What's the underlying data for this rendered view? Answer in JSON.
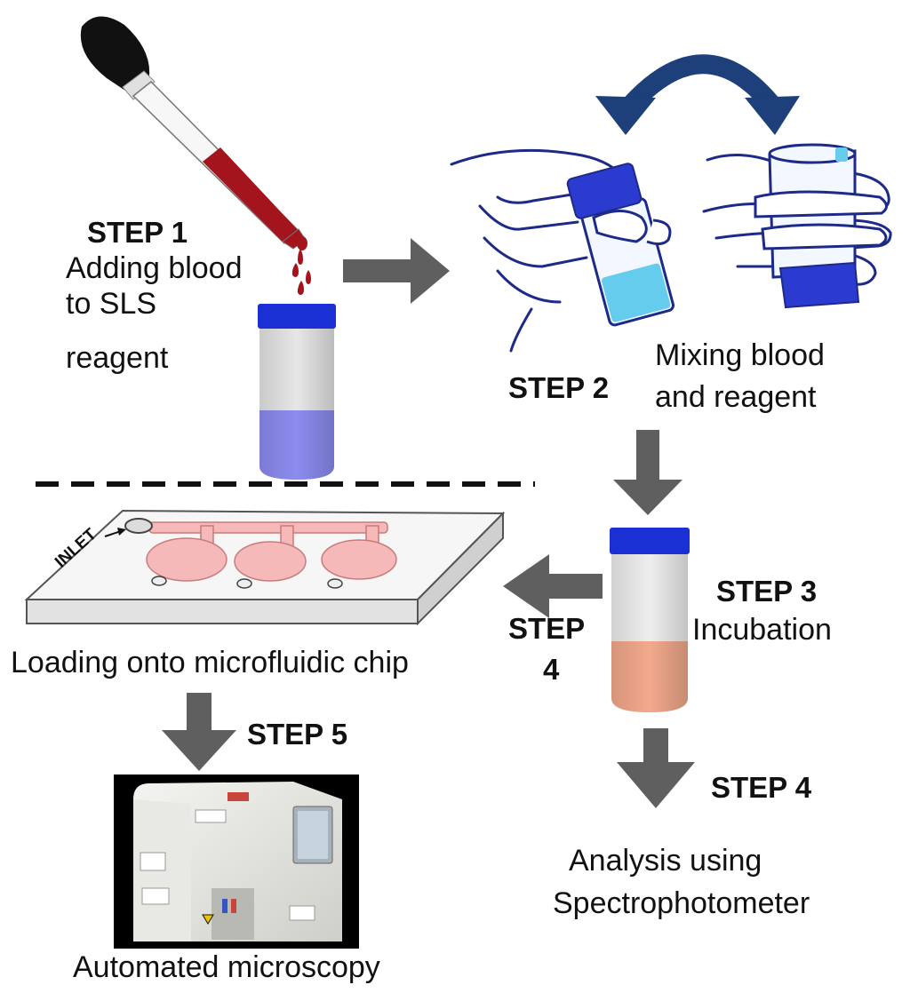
{
  "step1": {
    "title": "STEP 1",
    "line1": "Adding blood",
    "line2": "to SLS",
    "line3": "reagent"
  },
  "step2": {
    "title": "STEP 2",
    "line1": "Mixing blood",
    "line2": "and reagent"
  },
  "step3": {
    "title": "STEP 3",
    "line1": "Incubation"
  },
  "step4_left": {
    "title_line1": "STEP",
    "title_line2": "4",
    "caption": "Loading onto microfluidic chip"
  },
  "step4_right": {
    "title": "STEP 4",
    "line1": "Analysis using",
    "line2": "Spectrophotometer"
  },
  "step5": {
    "title": "STEP 5",
    "caption": "Automated microscopy"
  },
  "chip": {
    "inlet_label": "INLET"
  },
  "colors": {
    "arrow": "#5f5f5f",
    "curved_arrow": "#1d3f7a",
    "vial_cap": "#1a2fd4",
    "blood": "#a3141c",
    "reagent_blue": "#8c8cf0",
    "mixed_cyan": "#66ccee",
    "incubated": "#f2a98c",
    "chip_wells": "#f6b9b9"
  }
}
